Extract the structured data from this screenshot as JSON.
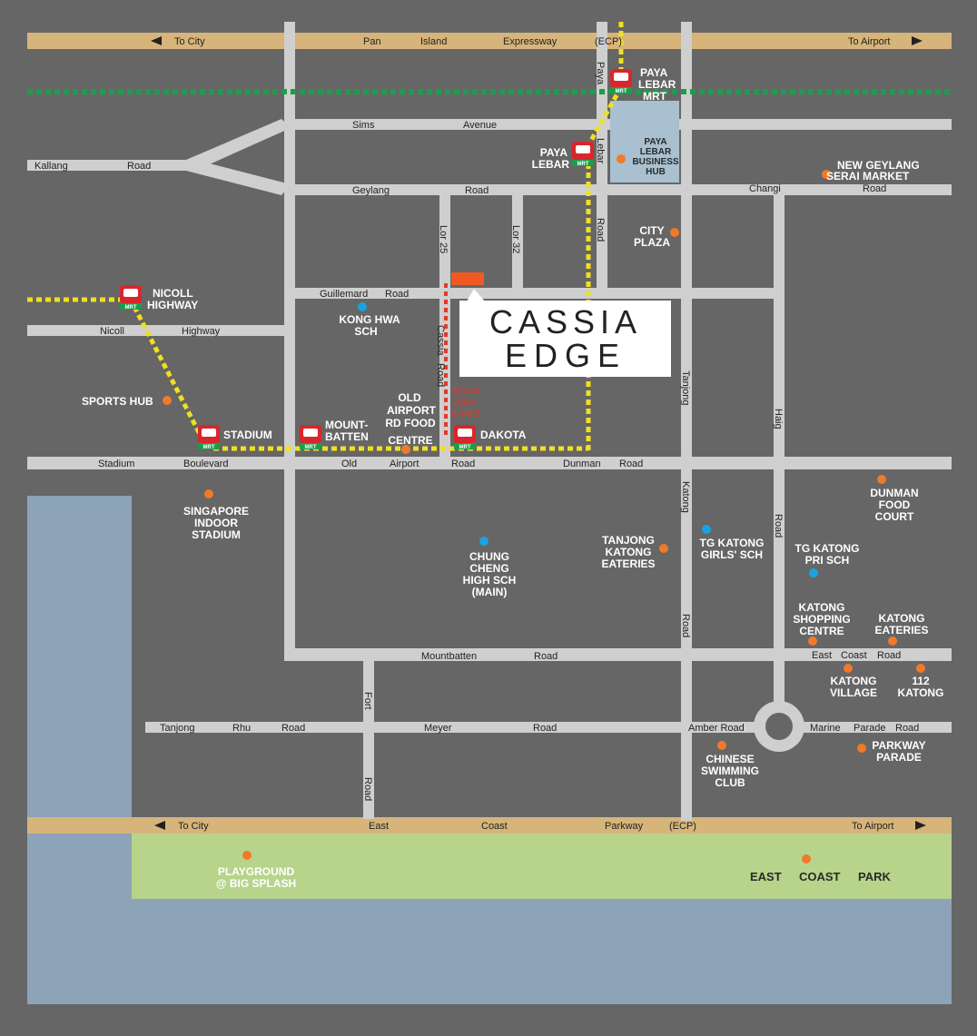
{
  "colors": {
    "background": "#666666",
    "road": "#cfcfcf",
    "expressway": "#d6b47a",
    "water": "#8da3b8",
    "park": "#b7d48a",
    "mrt_green_line": "#1a9e4a",
    "mrt_yellow_line": "#f0e020",
    "mrt_station": "#d9262c",
    "amenity": "#f07a2a",
    "school": "#1aa3e0",
    "cassia_marker": "#f05a22",
    "walk_path": "#e03a2a",
    "business_hub": "#a8c0d0"
  },
  "roads": {
    "pie_to_city": "To City",
    "pie_w1": "Pan",
    "pie_w2": "Island",
    "pie_w3": "Expressway",
    "pie_w4": "(ECP)",
    "pie_to_airport": "To Airport",
    "ecp_to_city": "To City",
    "ecp_w1": "East",
    "ecp_w2": "Coast",
    "ecp_w3": "Parkway",
    "ecp_w4": "(ECP)",
    "ecp_to_airport": "To Airport",
    "paya_lebar_top": "Paya",
    "sims_1": "Sims",
    "sims_2": "Avenue",
    "kallang_1": "Kallang",
    "kallang_2": "Road",
    "lebar": "Lebar",
    "geylang_1": "Geylang",
    "geylang_2": "Road",
    "changi_1": "Changi",
    "changi_2": "Road",
    "paya_lebar_road": "Road",
    "lor25": "Lor 25",
    "lor32": "Lor 32",
    "guillemard_1": "Guillemard",
    "guillemard_2": "Road",
    "nicoll_1": "Nicoll",
    "nicoll_2": "Highway",
    "cassia_1": "Cassia",
    "cassia_2": "Road",
    "tanjong_1": "Tanjong",
    "katong_1": "Katong",
    "katong_2": "Road",
    "haig_1": "Haig",
    "haig_2": "Road",
    "stadium_1": "Stadium",
    "stadium_2": "Boulevard",
    "oar_1": "Old",
    "oar_2": "Airport",
    "oar_3": "Road",
    "dunman_1": "Dunman",
    "dunman_2": "Road",
    "mountbatten_1": "Mountbatten",
    "mountbatten_2": "Road",
    "ecr_1": "East",
    "ecr_2": "Coast",
    "ecr_3": "Road",
    "fort_1": "Fort",
    "fort_2": "Road",
    "trr_1": "Tanjong",
    "trr_2": "Rhu",
    "trr_3": "Road",
    "meyer_1": "Meyer",
    "meyer_2": "Road",
    "amber": "Amber Road",
    "marine_1": "Marine",
    "marine_2": "Parade",
    "marine_3": "Road"
  },
  "stations": {
    "mrt_badge": "MRT",
    "paya_lebar_mrt_1": "PAYA",
    "paya_lebar_mrt_2": "LEBAR",
    "paya_lebar_mrt_3": "MRT",
    "paya_lebar_1": "PAYA",
    "paya_lebar_2": "LEBAR",
    "nicoll_1": "NICOLL",
    "nicoll_2": "HIGHWAY",
    "stadium": "STADIUM",
    "mountbatten_1": "MOUNT-",
    "mountbatten_2": "BATTEN",
    "dakota": "DAKOTA"
  },
  "places": {
    "plbh_1": "PAYA",
    "plbh_2": "LEBAR",
    "plbh_3": "BUSINESS",
    "plbh_4": "HUB",
    "new_geylang_1": "NEW GEYLANG",
    "new_geylang_2": "SERAI MARKET",
    "city_plaza_1": "CITY",
    "city_plaza_2": "PLAZA",
    "kong_hwa_1": "KONG HWA",
    "kong_hwa_2": "SCH",
    "sports_hub": "SPORTS HUB",
    "oarfc_1": "OLD",
    "oarfc_2": "AIRPORT",
    "oarfc_3": "RD FOOD",
    "oarfc_4": "CENTRE",
    "walk_1": "Approx",
    "walk_2": "300m",
    "walk_3": "to MRT",
    "sis_1": "SINGAPORE",
    "sis_2": "INDOOR",
    "sis_3": "STADIUM",
    "dunman_fc_1": "DUNMAN",
    "dunman_fc_2": "FOOD",
    "dunman_fc_3": "COURT",
    "chung_cheng_1": "CHUNG",
    "chung_cheng_2": "CHENG",
    "chung_cheng_3": "HIGH SCH",
    "chung_cheng_4": "(MAIN)",
    "tke_1": "TANJONG",
    "tke_2": "KATONG",
    "tke_3": "EATERIES",
    "tkgs_1": "TG KATONG",
    "tkgs_2": "GIRLS' SCH",
    "tkps_1": "TG KATONG",
    "tkps_2": "PRI SCH",
    "ksc_1": "KATONG",
    "ksc_2": "SHOPPING",
    "ksc_3": "CENTRE",
    "ke_1": "KATONG",
    "ke_2": "EATERIES",
    "kv_1": "KATONG",
    "kv_2": "VILLAGE",
    "k112_1": "112",
    "k112_2": "KATONG",
    "csc_1": "CHINESE",
    "csc_2": "SWIMMING",
    "csc_3": "CLUB",
    "pp_1": "PARKWAY",
    "pp_2": "PARADE",
    "pg_1": "PLAYGROUND",
    "pg_2": "@ BIG SPLASH",
    "ecp_1": "EAST",
    "ecp_2": "COAST",
    "ecp_3": "PARK"
  },
  "development": {
    "name_line1": "CASSIA",
    "name_line2": "EDGE"
  }
}
